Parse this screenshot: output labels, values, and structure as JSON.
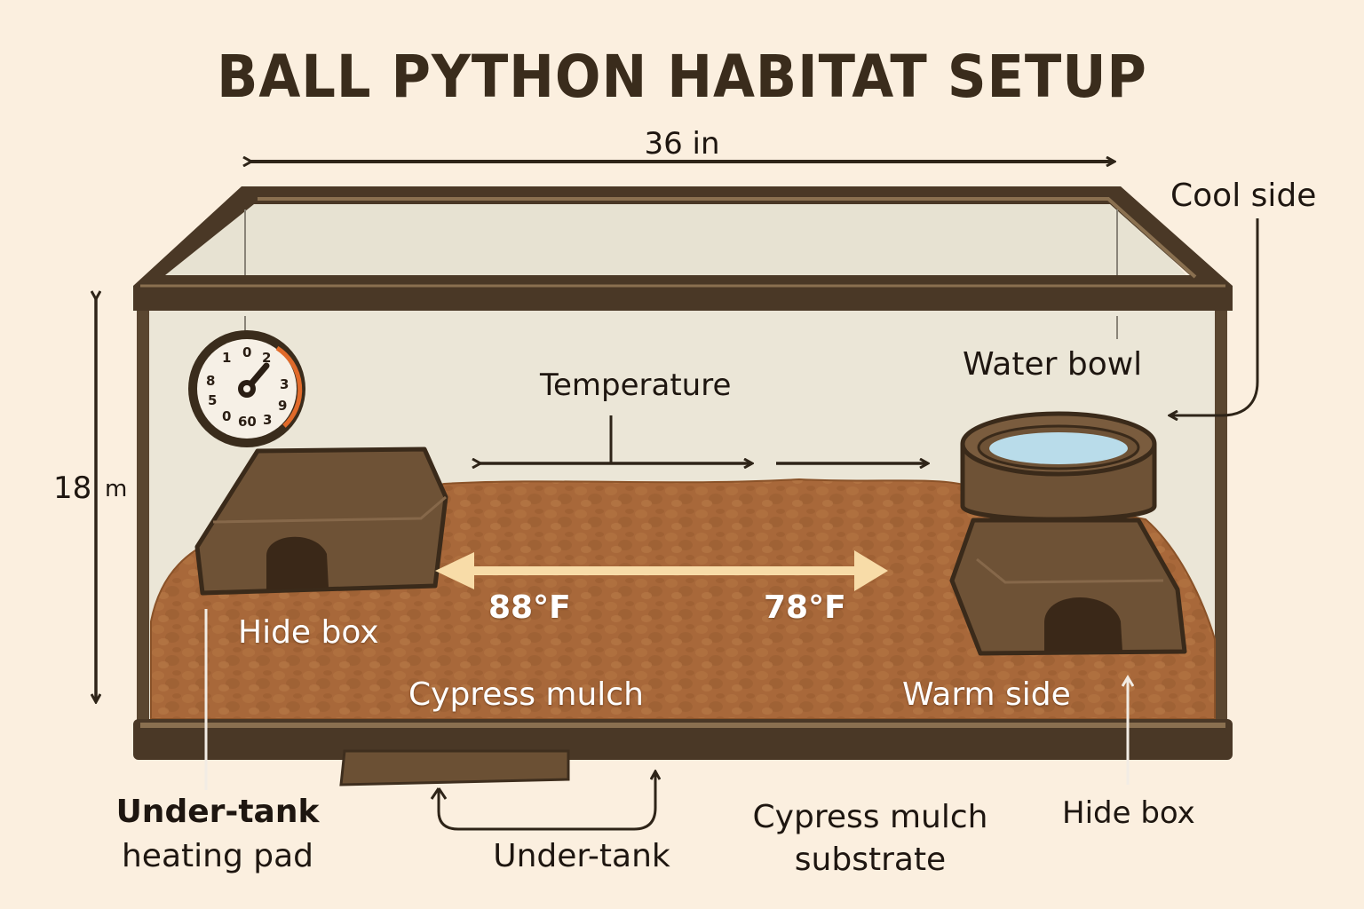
{
  "title": "BALL PYTHON HABITAT SETUP",
  "dimensions": {
    "width_label": "36 in",
    "height_number": "18",
    "height_unit": "m"
  },
  "labels": {
    "cool_side": "Cool side",
    "water_bowl": "Water bowl",
    "temperature": "Temperature",
    "hide_box_left": "Hide box",
    "temp_warm": "88°F",
    "temp_cool": "78°F",
    "cypress_mulch": "Cypress mulch",
    "warm_side": "Warm side",
    "under_tank_pad_line1": "Under-tank",
    "under_tank_pad_line2": "heating pad",
    "under_tank": "Under-tank",
    "substrate_line1": "Cypress mulch",
    "substrate_line2": "substrate",
    "hide_box_right": "Hide box"
  },
  "thermometer": {
    "dial_numbers": [
      "1",
      "0",
      "2",
      "3",
      "9",
      "3",
      "60",
      "0",
      "5",
      "8"
    ]
  },
  "colors": {
    "background": "#fbefdf",
    "frame": "#4a3826",
    "frame_light": "#8a7050",
    "glass": "#ebe6d7",
    "substrate": "#a8683a",
    "hide": "#6e5236",
    "water": "#b9dcea",
    "gradient_arrow": "#f8dca8",
    "gauge_red": "#e06a2a"
  }
}
